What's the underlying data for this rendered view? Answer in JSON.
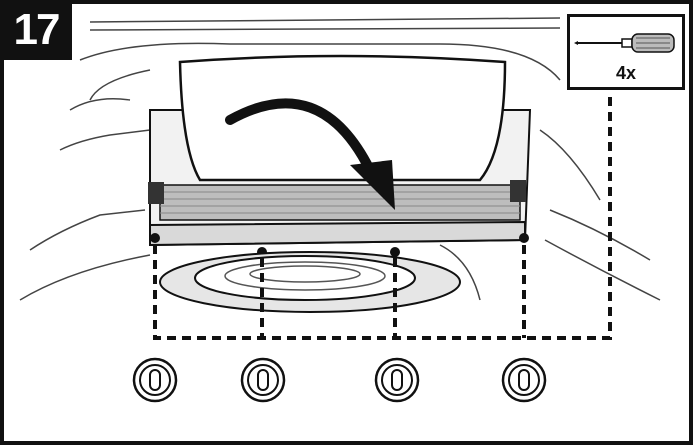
{
  "step": {
    "number": "17"
  },
  "tool": {
    "icon": "screwdriver-icon",
    "quantity_label": "4x"
  },
  "fasteners": {
    "icon": "screw-head-icon",
    "count": 4
  },
  "colors": {
    "line": "#111111",
    "background": "#ffffff",
    "fill_gray": "#d9d9d9"
  }
}
